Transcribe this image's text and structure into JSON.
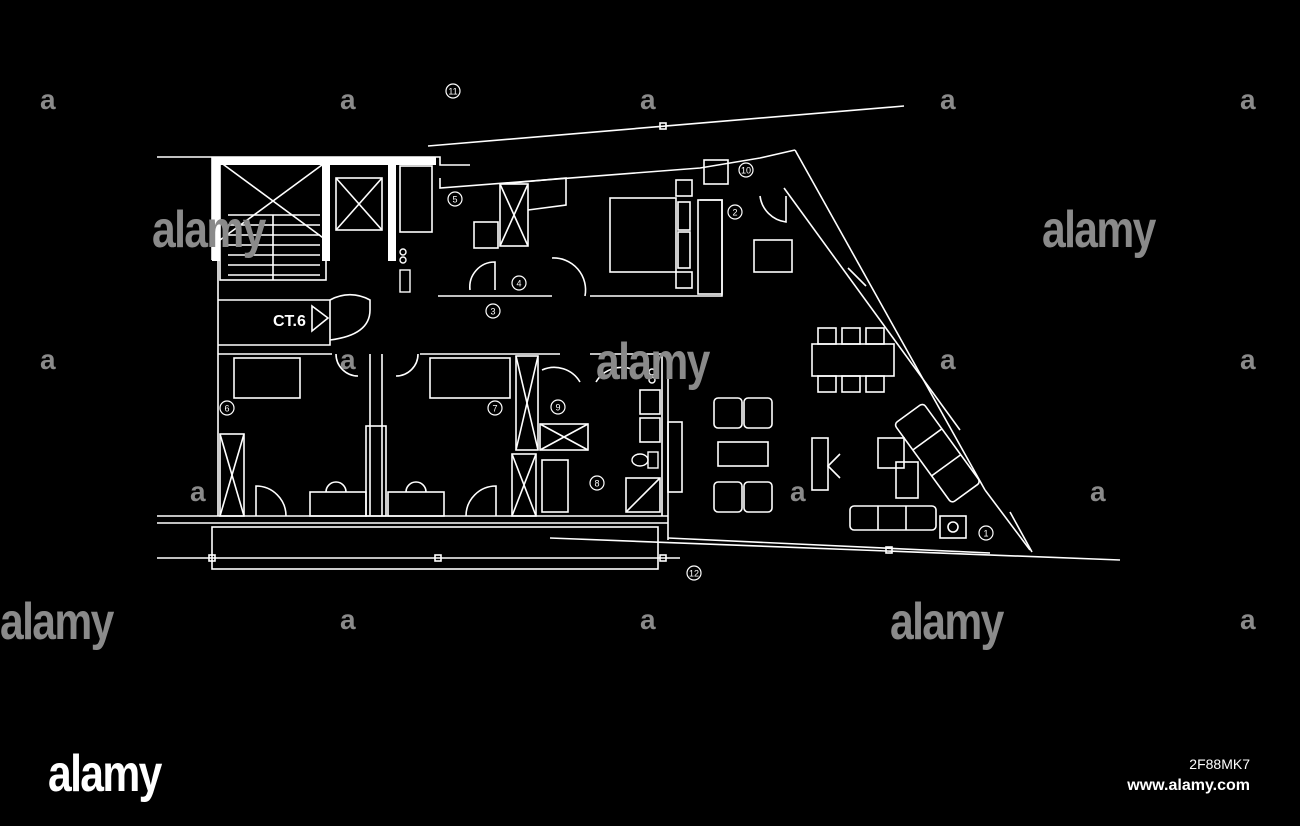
{
  "plan": {
    "stair_label": "CT.6",
    "room_labels": [
      "1",
      "2",
      "3",
      "4",
      "5",
      "6",
      "7",
      "8",
      "9",
      "10",
      "11",
      "12"
    ]
  },
  "watermark": {
    "big_text": "alamy",
    "small_text": "a"
  },
  "footer": {
    "brand": "alamy",
    "image_id": "2F88MK7",
    "site": "www.alamy.com"
  },
  "colors": {
    "background": "#000000",
    "lines": "#ffffff",
    "watermark": "#8a8a8a"
  }
}
